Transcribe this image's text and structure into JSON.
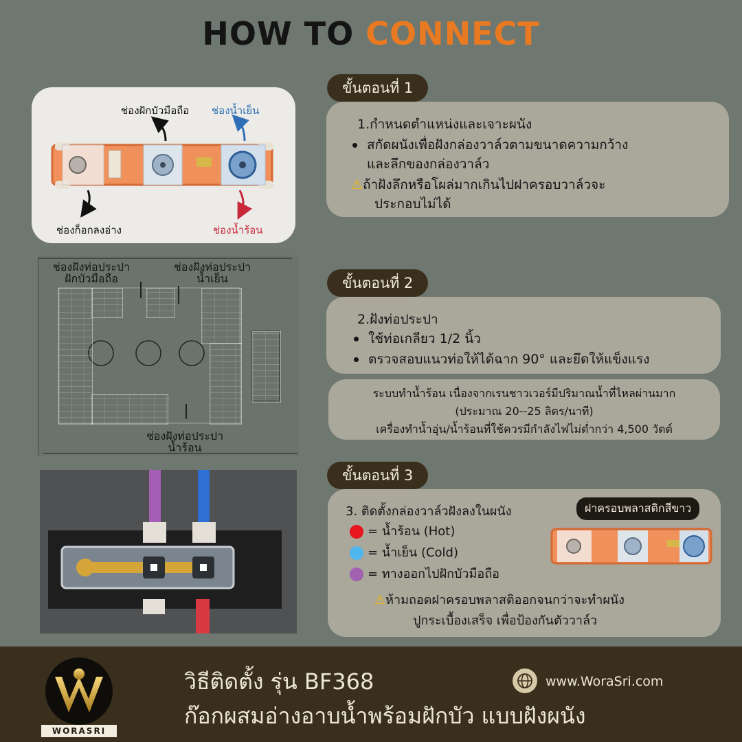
{
  "header": {
    "title_part1": "HOW TO ",
    "title_part2": "CONNECT"
  },
  "photo1_labels": {
    "shower": "ช่องฝักบัวมือถือ",
    "cold": "ช่องน้ำเย็น",
    "spout": "ช่องก็อกลงอ่าง",
    "hot": "ช่องน้ำร้อน"
  },
  "drawing_labels": {
    "shower": [
      "ช่องฝังท่อประปา",
      "ฝักบัวมือถือ"
    ],
    "cold": [
      "ช่องฝังท่อประปา",
      "น้ำเย็น"
    ],
    "hot": [
      "ช่องฝังท่อประปา",
      "น้ำร้อน"
    ]
  },
  "step1": {
    "pill": "ขั้นตอนที่ 1",
    "heading": "1.กำหนดตำแหน่งและเจาะผนัง",
    "bullet1_a": "สกัดผนังเพื่อฝังกล่องวาล์วตามขนาดความกว้าง",
    "bullet1_b": "และลึกของกล่องวาล์ว",
    "warn_a": "ถ้าฝังลึกหรือโผล่มากเกินไปฝาครอบวาล์วจะ",
    "warn_b": "ประกอบไม่ได้"
  },
  "step2": {
    "pill": "ขั้นตอนที่ 2",
    "heading": "2.ฝังท่อประปา",
    "bullet1": "ใช้ท่อเกลียว 1/2 นิ้ว",
    "bullet2": "ตรวจสอบแนวท่อให้ได้ฉาก 90° และยึดให้แข็งแรง",
    "note1": "ระบบทำน้ำร้อน เนื่องจากเรนชาวเวอร์มีปริมาณน้ำที่ไหลผ่านมาก",
    "note2": "(ประมาณ 20--25 ลิตร/นาที)",
    "note3": "เครื่องทำน้ำอุ่น/น้ำร้อนที่ใช้ควรมีกำลังไฟไม่ต่ำกว่า 4,500 วัตต์"
  },
  "step3": {
    "pill": "ขั้นตอนที่ 3",
    "heading": "3. ติดตั้งกล่องวาล์วฝังลงในผนัง",
    "cover_label": "ฝาครอบพลาสติกสีขาว",
    "legend_hot": "= น้ำร้อน (Hot)",
    "legend_cold": "= น้ำเย็น (Cold)",
    "legend_shower": "= ทางออกไปฝักบัวมือถือ",
    "warn_a": "ห้ามถอดฝาครอบพลาสติออกจนกว่าจะทำผนัง",
    "warn_b": "ปูกระเบื้องเสร็จ เพื่อป้องกันตัววาล์ว",
    "colors": {
      "hot": "#e8141e",
      "cold": "#4fb6ef",
      "shower": "#a160b0"
    }
  },
  "footer": {
    "line1": "วิธีติดตั้ง รุ่น BF368",
    "line2": "ก๊อกผสมอ่างอาบน้ำพร้อมฝักบัว แบบฝังผนัง",
    "website": "www.WoraSri.com",
    "brand": "WORASRI"
  },
  "colors": {
    "accent": "#ea7a22",
    "pill": "#3a2f1c",
    "card": "#a9a89b",
    "background": "#6e7770"
  }
}
